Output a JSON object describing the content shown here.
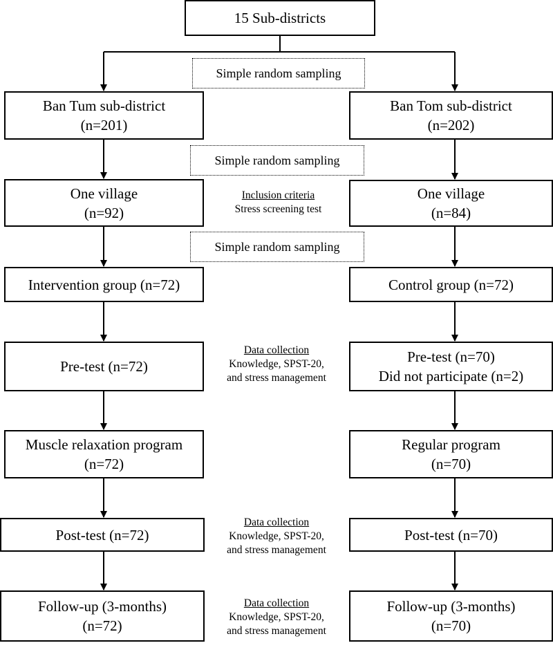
{
  "top": "15 Sub-districts",
  "sampling": [
    "Simple random sampling",
    "Simple random sampling",
    "Simple random sampling"
  ],
  "left": {
    "district": [
      "Ban Tum sub-district",
      "(n=201)"
    ],
    "village": [
      "One village",
      "(n=92)"
    ],
    "group": "Intervention group (n=72)",
    "pretest": [
      "Pre-test (n=72)"
    ],
    "program": [
      "Muscle relaxation program",
      "(n=72)"
    ],
    "posttest": "Post-test (n=72)",
    "followup": [
      "Follow-up (3-months)",
      "(n=72)"
    ]
  },
  "right": {
    "district": [
      "Ban Tom sub-district",
      "(n=202)"
    ],
    "village": [
      "One village",
      "(n=84)"
    ],
    "group": "Control group (n=72)",
    "pretest": [
      "Pre-test (n=70)",
      "Did not participate (n=2)"
    ],
    "program": [
      "Regular program",
      "(n=70)"
    ],
    "posttest": "Post-test (n=70)",
    "followup": [
      "Follow-up (3-months)",
      "(n=70)"
    ]
  },
  "inclusion": {
    "title": "Inclusion criteria",
    "text": "Stress screening test"
  },
  "data_collection": [
    {
      "title": "Data collection",
      "line1": "Knowledge, SPST-20,",
      "line2": "and stress management"
    },
    {
      "title": "Data collection",
      "line1": "Knowledge, SPST-20,",
      "line2": "and stress management"
    },
    {
      "title": "Data collection",
      "line1": "Knowledge, SPST-20,",
      "line2": "and stress management"
    }
  ]
}
